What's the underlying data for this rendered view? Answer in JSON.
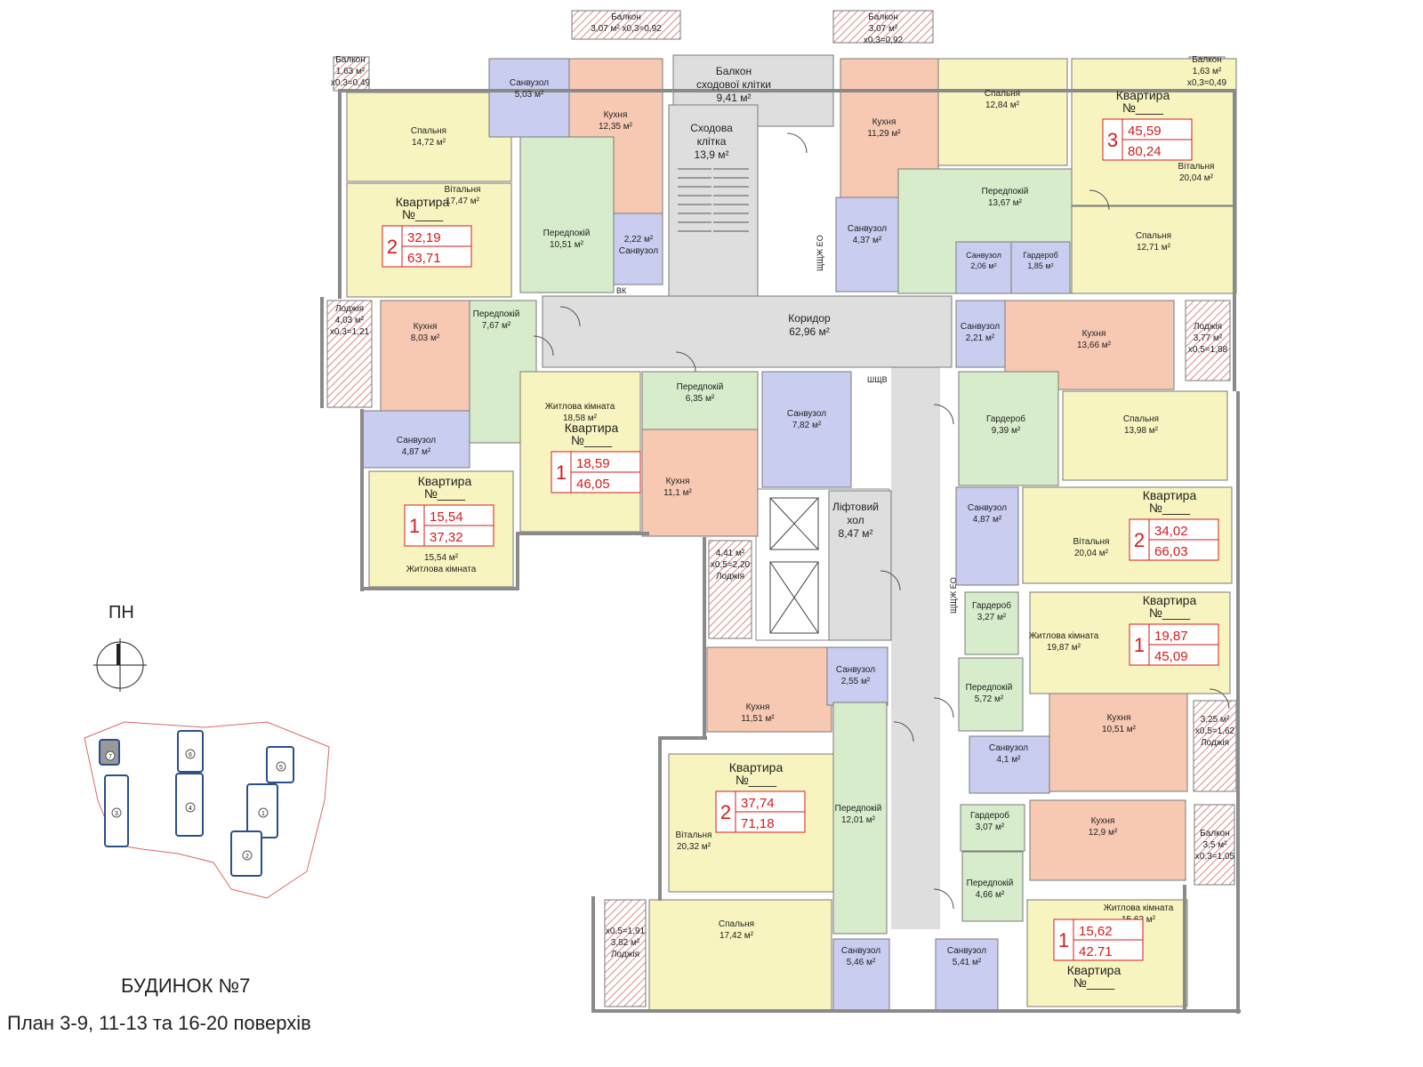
{
  "title": "БУДИНОК №7",
  "subtitle": "План 3-9, 11-13 та 16-20 поверхів",
  "north": "ПН",
  "colors": {
    "bedroom": "#f7f4bf",
    "kitchen": "#f7c9b3",
    "bath": "#c9cdf0",
    "hall": "#d6eccb",
    "corridor": "#dedede",
    "balcony": "#f0a99a",
    "wall": "#8a8a8a",
    "accent": "#d81b1b"
  },
  "rooms": [
    {
      "id": "r-balcony-top-left",
      "kind": "balcony",
      "lines": [
        "Балкон",
        "3,07 м²  х0,3=0,92"
      ]
    },
    {
      "id": "r-balcony-top-right",
      "kind": "balcony",
      "lines": [
        "Балкон",
        "3,07 м²",
        "х0,3=0,92"
      ]
    },
    {
      "id": "r-balcony-nw",
      "kind": "balcony",
      "lines": [
        "Балкон",
        "1,63 м²",
        "х0,3=0,49"
      ]
    },
    {
      "id": "r-balcony-ne",
      "kind": "balcony",
      "lines": [
        "Балкон",
        "1,63 м²",
        "х0,3=0,49"
      ]
    },
    {
      "id": "r-bedroom-1472",
      "kind": "bedroom",
      "lines": [
        "Спальня",
        "14,72 м²"
      ]
    },
    {
      "id": "r-bath-503",
      "kind": "bath",
      "lines": [
        "Санвузол",
        "5,03 м²"
      ]
    },
    {
      "id": "r-kitchen-1235",
      "kind": "kitchen",
      "lines": [
        "Кухня",
        "12,35 м²"
      ]
    },
    {
      "id": "r-stair-balcony",
      "kind": "corridor",
      "lines": [
        "Балкон",
        "сходової клітки",
        "9,41 м²"
      ]
    },
    {
      "id": "r-stair",
      "kind": "corridor",
      "lines": [
        "Сходова",
        "клітка",
        "13,9 м²"
      ]
    },
    {
      "id": "r-living-1747",
      "kind": "bedroom",
      "lines": [
        "Вітальня",
        "17,47 м²"
      ]
    },
    {
      "id": "r-hall-1051",
      "kind": "hall",
      "lines": [
        "Передпокій",
        "10,51 м²"
      ]
    },
    {
      "id": "r-bath-222",
      "kind": "bath",
      "lines": [
        "2,22 м²",
        "Санвузол"
      ]
    },
    {
      "id": "r-kitchen-1129",
      "kind": "kitchen",
      "lines": [
        "Кухня",
        "11,29 м²"
      ]
    },
    {
      "id": "r-bedroom-1284",
      "kind": "bedroom",
      "lines": [
        "Спальня",
        "12,84 м²"
      ]
    },
    {
      "id": "r-living-2004-top",
      "kind": "bedroom",
      "lines": [
        "Вітальня",
        "20,04 м²"
      ]
    },
    {
      "id": "r-bath-437",
      "kind": "bath",
      "lines": [
        "Санвузол",
        "4,37 м²"
      ]
    },
    {
      "id": "r-hall-1367",
      "kind": "hall",
      "lines": [
        "Передпокій",
        "13,67 м²"
      ]
    },
    {
      "id": "r-bath-206",
      "kind": "bath",
      "lines": [
        "Санвузол",
        "2,06 м²"
      ]
    },
    {
      "id": "r-wardrobe-185",
      "kind": "bath",
      "lines": [
        "Гардероб",
        "1,85 м²"
      ]
    },
    {
      "id": "r-bedroom-1271",
      "kind": "bedroom",
      "lines": [
        "Спальня",
        "12,71 м²"
      ]
    },
    {
      "id": "r-corridor",
      "kind": "corridor",
      "lines": [
        "Коридор",
        "62,96 м²"
      ]
    },
    {
      "id": "r-loggia-403",
      "kind": "balcony",
      "lines": [
        "Лоджія",
        "4,03 м²",
        "х0,3=1,21"
      ]
    },
    {
      "id": "r-kitchen-803",
      "kind": "kitchen",
      "lines": [
        "Кухня",
        "8,03 м²"
      ]
    },
    {
      "id": "r-hall-767",
      "kind": "hall",
      "lines": [
        "Передпокій",
        "7,67 м²"
      ]
    },
    {
      "id": "r-bath-487-left",
      "kind": "bath",
      "lines": [
        "Санвузол",
        "4,87 м²"
      ]
    },
    {
      "id": "r-living-1554",
      "kind": "bedroom",
      "lines": [
        "15,54 м²",
        "Житлова кімната"
      ]
    },
    {
      "id": "r-living-1858",
      "kind": "bedroom",
      "lines": [
        "Житлова кімната",
        "18,58 м²"
      ]
    },
    {
      "id": "r-hall-635",
      "kind": "hall",
      "lines": [
        "Передпокій",
        "6,35 м²"
      ]
    },
    {
      "id": "r-bath-782",
      "kind": "bath",
      "lines": [
        "Санвузол",
        "7,82 м²"
      ]
    },
    {
      "id": "r-kitchen-111",
      "kind": "kitchen",
      "lines": [
        "Кухня",
        "11,1 м²"
      ]
    },
    {
      "id": "r-loggia-441",
      "kind": "balcony",
      "lines": [
        "4,41 м²",
        "х0,5=2,20",
        "Лоджія"
      ]
    },
    {
      "id": "r-lift-hall",
      "kind": "corridor",
      "lines": [
        "Ліфтовий",
        "хол",
        "8,47 м²"
      ]
    },
    {
      "id": "r-bath-221",
      "kind": "bath",
      "lines": [
        "Санвузол",
        "2,21 м²"
      ]
    },
    {
      "id": "r-kitchen-1366",
      "kind": "kitchen",
      "lines": [
        "Кухня",
        "13,66 м²"
      ]
    },
    {
      "id": "r-loggia-377",
      "kind": "balcony",
      "lines": [
        "Лоджія",
        "3,77 м²",
        "х0,5=1,88"
      ]
    },
    {
      "id": "r-wardrobe-939",
      "kind": "hall",
      "lines": [
        "Гардероб",
        "9,39 м²"
      ]
    },
    {
      "id": "r-bedroom-1398",
      "kind": "bedroom",
      "lines": [
        "Спальня",
        "13,98 м²"
      ]
    },
    {
      "id": "r-bath-487-right",
      "kind": "bath",
      "lines": [
        "Санвузол",
        "4,87 м²"
      ]
    },
    {
      "id": "r-living-2004-mid",
      "kind": "bedroom",
      "lines": [
        "Вітальня",
        "20,04 м²"
      ]
    },
    {
      "id": "r-wardrobe-327",
      "kind": "hall",
      "lines": [
        "Гардероб",
        "3,27 м²"
      ]
    },
    {
      "id": "r-living-1987",
      "kind": "bedroom",
      "lines": [
        "Житлова кімната",
        "19,87 м²"
      ]
    },
    {
      "id": "r-kitchen-1151",
      "kind": "kitchen",
      "lines": [
        "Кухня",
        "11,51 м²"
      ]
    },
    {
      "id": "r-bath-255",
      "kind": "bath",
      "lines": [
        "Санвузол",
        "2,55 м²"
      ]
    },
    {
      "id": "r-hall-572",
      "kind": "hall",
      "lines": [
        "Передпокій",
        "5,72 м²"
      ]
    },
    {
      "id": "r-bath-41",
      "kind": "bath",
      "lines": [
        "Санвузол",
        "4,1 м²"
      ]
    },
    {
      "id": "r-kitchen-1051",
      "kind": "kitchen",
      "lines": [
        "Кухня",
        "10,51 м²"
      ]
    },
    {
      "id": "r-loggia-325",
      "kind": "balcony",
      "lines": [
        "3,25 м²",
        "х0,5=1,62",
        "Лоджія"
      ]
    },
    {
      "id": "r-living-2032",
      "kind": "bedroom",
      "lines": [
        "Вітальня",
        "20,32 м²"
      ]
    },
    {
      "id": "r-hall-1201",
      "kind": "hall",
      "lines": [
        "Передпокій",
        "12,01 м²"
      ]
    },
    {
      "id": "r-wardrobe-307",
      "kind": "hall",
      "lines": [
        "Гардероб",
        "3,07 м²"
      ]
    },
    {
      "id": "r-kitchen-129",
      "kind": "kitchen",
      "lines": [
        "Кухня",
        "12,9 м²"
      ]
    },
    {
      "id": "r-balcony-35",
      "kind": "balcony",
      "lines": [
        "Балкон",
        "3,5 м²",
        "х0,3=1,05"
      ]
    },
    {
      "id": "r-hall-466",
      "kind": "hall",
      "lines": [
        "Передпокій",
        "4,66 м²"
      ]
    },
    {
      "id": "r-loggia-382",
      "kind": "balcony",
      "lines": [
        "х0,5=1,91",
        "3,82 м²",
        "Лоджія"
      ]
    },
    {
      "id": "r-bedroom-1742",
      "kind": "bedroom",
      "lines": [
        "Спальня",
        "17,42 м²"
      ]
    },
    {
      "id": "r-bath-546",
      "kind": "bath",
      "lines": [
        "Санвузол",
        "5,46 м²"
      ]
    },
    {
      "id": "r-bath-541",
      "kind": "bath",
      "lines": [
        "Санвузол",
        "5,41 м²"
      ]
    },
    {
      "id": "r-living-1562",
      "kind": "bedroom",
      "lines": [
        "Житлова кімната",
        "15,62 м²"
      ]
    }
  ],
  "apartments": [
    {
      "id": "apt-nw",
      "label": "Квартира",
      "number": "№____",
      "rooms": "2",
      "living": "32,19",
      "total": "63,71"
    },
    {
      "id": "apt-ne",
      "label": "Квартира",
      "number": "№____",
      "rooms": "3",
      "living": "45,59",
      "total": "80,24"
    },
    {
      "id": "apt-w",
      "label": "Квартира",
      "number": "№____",
      "rooms": "1",
      "living": "15,54",
      "total": "37,32"
    },
    {
      "id": "apt-c",
      "label": "Квартира",
      "number": "№____",
      "rooms": "1",
      "living": "18,59",
      "total": "46,05"
    },
    {
      "id": "apt-e1",
      "label": "Квартира",
      "number": "№____",
      "rooms": "2",
      "living": "34,02",
      "total": "66,03"
    },
    {
      "id": "apt-e2",
      "label": "Квартира",
      "number": "№____",
      "rooms": "1",
      "living": "19,87",
      "total": "45,09"
    },
    {
      "id": "apt-s",
      "label": "Квартира",
      "number": "№____",
      "rooms": "2",
      "living": "37,74",
      "total": "71,18"
    },
    {
      "id": "apt-se",
      "label": "Квартира",
      "number": "№____",
      "rooms": "1",
      "living": "15,62",
      "total": "42.71"
    }
  ],
  "service_labels": [
    "ШЩВ",
    "ЩЩЖ ЕО",
    "ЩЩЖ ЕО",
    "ВК"
  ],
  "minimap": {
    "buildings": [
      "7",
      "3",
      "6",
      "4",
      "5",
      "1",
      "2"
    ]
  }
}
